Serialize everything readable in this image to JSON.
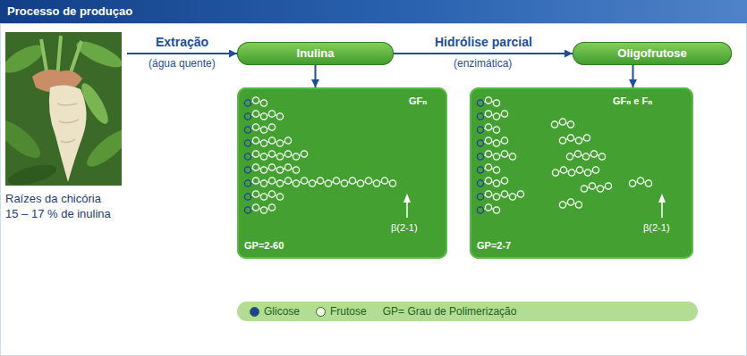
{
  "diagram": {
    "title": "Processo de produçao",
    "nodes": [
      {
        "text": [
          "Raízes da chicória",
          "15 – 17 % de inulina"
        ]
      },
      {
        "text": [
          "Inulina"
        ]
      },
      {
        "text": [
          "Oligofrutose"
        ]
      },
      {
        "text": [
          "GFₙ",
          "β(2-1)",
          "GP=2-60"
        ]
      },
      {
        "text": [
          "GFₙ e Fₙ",
          "β(2-1)",
          "GP=2-7"
        ]
      }
    ],
    "edges": [
      {
        "from": 0,
        "to": 1,
        "label": "Extração",
        "arrow": "to"
      },
      {
        "from": 1,
        "to": 2,
        "label": "Hidrólise parcial",
        "arrow": "to"
      },
      {
        "from": 1,
        "to": 3,
        "arrow": "to"
      },
      {
        "from": 2,
        "to": 4,
        "arrow": "to"
      }
    ],
    "labels": [
      "(água quente)",
      "(enzimática)",
      "GP= Grau de Polimerização"
    ],
    "legend": [
      {
        "text": "Glicose",
        "color": "#22409a"
      },
      {
        "text": "Frutose",
        "color": "#eef8e0"
      }
    ]
  }
}
